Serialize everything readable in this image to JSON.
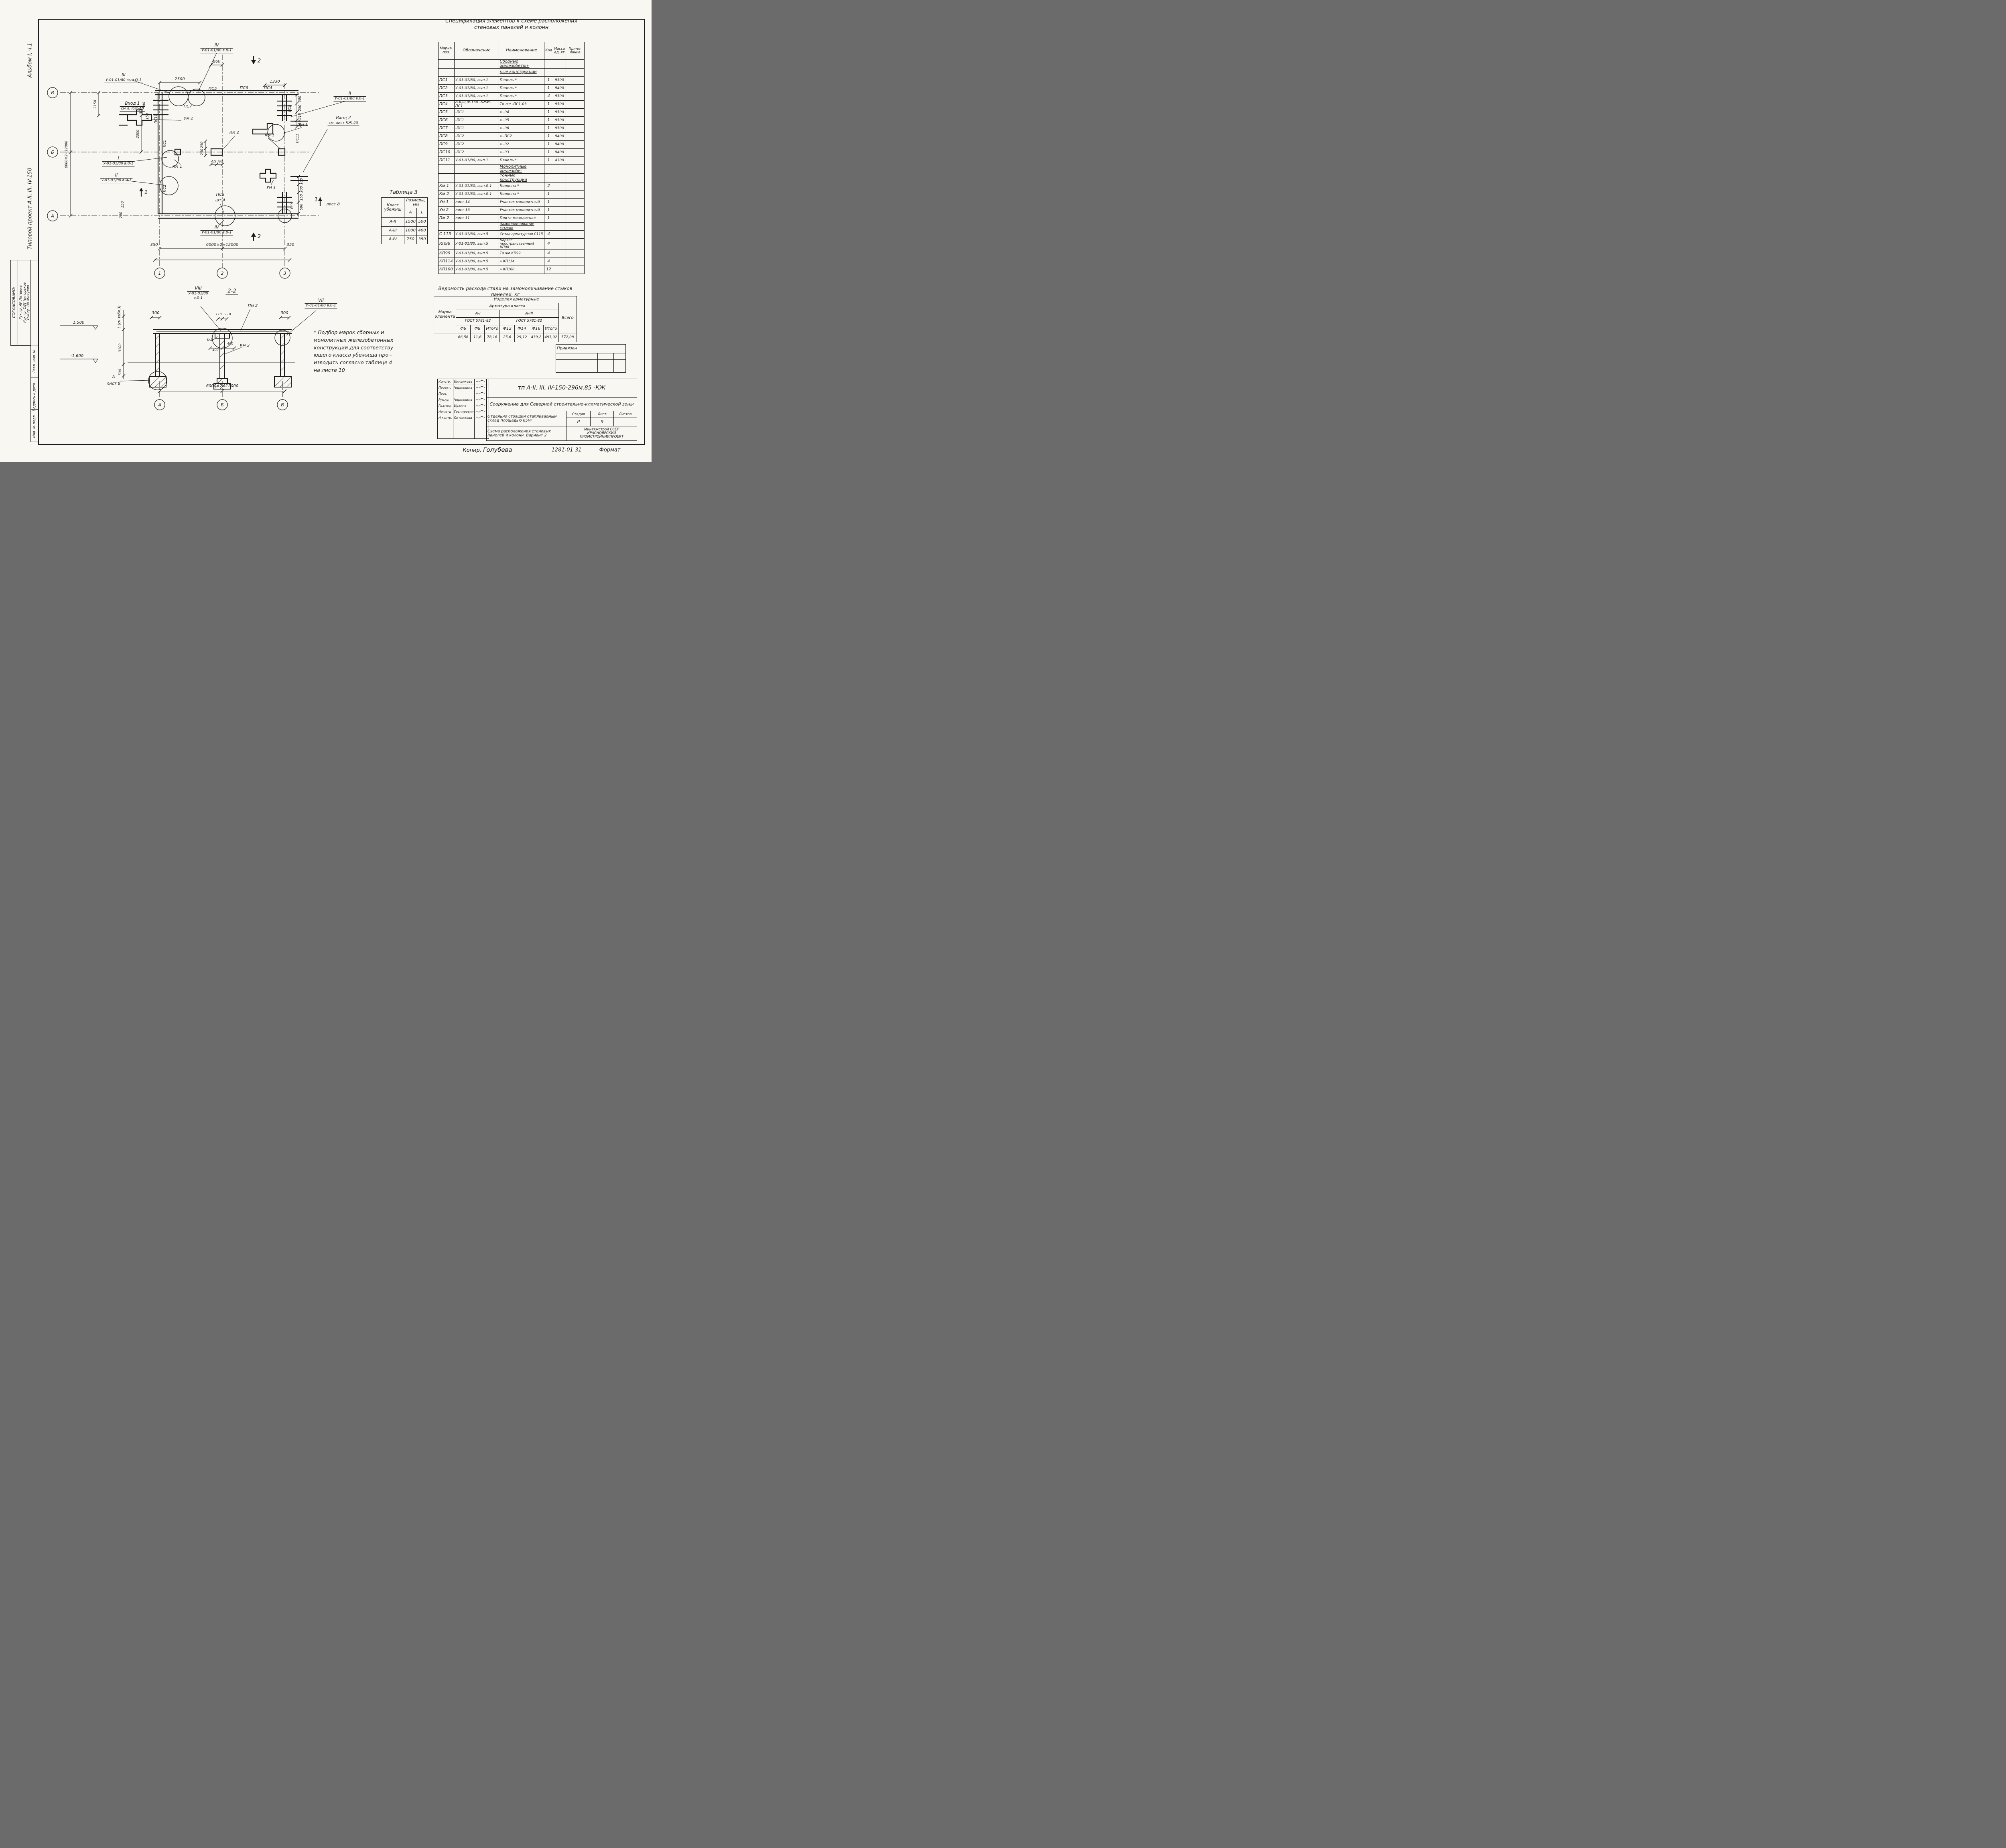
{
  "margin": {
    "album": "Альбом I, ч.1",
    "project": "Типовой проект А-II, III, IV-150",
    "agreed": "СОГЛАСОВАНО:",
    "rows": [
      "Рук.гр. АР  Литвина",
      "Рук.гр. ОВТ  Чигорьков",
      "Рук.гр. ВК  Микулич"
    ],
    "frame_labels": [
      "Взам. инв. №",
      "Подпись и дата",
      "Инв. № подл."
    ]
  },
  "shared": {
    "ref": "У-01-01/80 в.0-1"
  },
  "axes": {
    "v": "В",
    "b": "Б",
    "a": "А",
    "n1": "1",
    "n2": "2",
    "n3": "3"
  },
  "plan": {
    "m3no": "III",
    "m3tx": "У-01-01/80 вып.О-1",
    "m4no": "IV",
    "m2no": "II",
    "m1no": "I",
    "vhod1a": "Вход 1",
    "vhod1b": "см.л. КЖ-16",
    "vhod2a": "Вход 2",
    "vhod2b": "см. лист КЖ-20",
    "um1": "Ум 1",
    "um2": "Ум 2",
    "km1": "Км 1",
    "km2": "Км 2",
    "pc1": "ПС1",
    "pc2": "ПС2",
    "pc3": "ПС3",
    "pc4": "ПС4",
    "pc5": "ПС5",
    "pc6": "ПС6",
    "pc7": "ПС7",
    "pc8": "ПС8",
    "pc9": "ПС9",
    "pc10": "ПС10",
    "pc11": "ПС11",
    "ps3n": "шт.4",
    "list8": "лист 8",
    "sec1": "1",
    "sec2": "2"
  },
  "dims": {
    "v860": "860",
    "v2500": "2500",
    "v1330": "1330",
    "v2150": "2150",
    "v2300": "2300",
    "v500": "500",
    "v150": "150",
    "v300": "300",
    "v200": "200",
    "v250": "250",
    "v210": "210",
    "v100": "100",
    "v350": "350",
    "v400": "400",
    "v110": "110",
    "a2": "А/2",
    "total": "6000×2=12000",
    "v3100": "3100"
  },
  "section": {
    "title": "2-2",
    "m8no": "VIII",
    "m8a": "У-01-01/80",
    "m8b": "в.0-1",
    "m7no": "VII",
    "pm2": "Пм 2",
    "b1": "Б1",
    "el1": "1,500",
    "el2": "-1,600",
    "dL": "L (см.табл.3)",
    "aL": "А"
  },
  "table3": {
    "title": "Таблица 3",
    "h_class": "Класс убежищ",
    "h_size": "Размеры, мм",
    "h_a": "А",
    "h_l": "L",
    "rows": [
      [
        "А-II",
        "1500",
        "500"
      ],
      [
        "А-III",
        "1000",
        "400"
      ],
      [
        "А-IV",
        "750",
        "350"
      ]
    ]
  },
  "note": {
    "lines": [
      "* Подбор марок сборных и",
      "монолитных железобетонных",
      "конструкций для соответству-",
      "ющего класса убежища про -",
      "изводить согласно таблице 4",
      "на листе 10"
    ]
  },
  "spec": {
    "title1": "Спецификация элементов к схеме расположения",
    "title2": "стеновых панелей и колонн",
    "h": {
      "mark": "Марка, поз.",
      "des": "Обозначение",
      "name": "Наименование",
      "qty": "Кол",
      "mass": "Масса ед.,кг",
      "note": "Приме- чание"
    },
    "g1a": "Сборные железобетон-",
    "g1b": "ные конструкции",
    "g2a": "Монолитные железобе-",
    "g2b": "тонные конструкции",
    "g3": "Замоноличивание стыков",
    "rows1": [
      {
        "m": "ПС1",
        "d": "У-01-01/80, вып.1",
        "n": "Панель *",
        "q": "1",
        "w": "9500"
      },
      {
        "m": "ПС2",
        "d": "У-01-01/80, вып.1",
        "n": "Панель *",
        "q": "1",
        "w": "9400"
      },
      {
        "m": "ПС3",
        "d": "У-01-01/80, вып.1",
        "n": "Панель *",
        "q": "4",
        "w": "9500"
      },
      {
        "m": "ПС4",
        "d": "А-II,III,IV-150 -КЖИ-ПС1",
        "n": "То же  -ПС1-03",
        "q": "1",
        "w": "9500"
      },
      {
        "m": "ПС5",
        "d": "-ПС1",
        "n": "»  -04",
        "q": "1",
        "w": "9500"
      },
      {
        "m": "ПС6",
        "d": "-ПС1",
        "n": "»  -05",
        "q": "1",
        "w": "9500"
      },
      {
        "m": "ПС7",
        "d": "-ПС1",
        "n": "»  -06",
        "q": "1",
        "w": "9500"
      },
      {
        "m": "ПС8",
        "d": "-ПС2",
        "n": "»  -ПС2",
        "q": "1",
        "w": "9400"
      },
      {
        "m": "ПС9",
        "d": "-ПС2",
        "n": "»  -02",
        "q": "1",
        "w": "9400"
      },
      {
        "m": "ПС10",
        "d": "-ПС2",
        "n": "»  -03",
        "q": "1",
        "w": "9400"
      },
      {
        "m": "ПС11",
        "d": "У-01-01/80, вып.1",
        "n": "Панель *",
        "q": "1",
        "w": "4300"
      }
    ],
    "rows2": [
      {
        "m": "Км 1",
        "d": "У-01-01/80, вып.0-1",
        "n": "Колонна *",
        "q": "2",
        "w": ""
      },
      {
        "m": "Км 2",
        "d": "У-01-01/80, вып.0-1",
        "n": "Колонна *",
        "q": "1",
        "w": ""
      },
      {
        "m": "Ум 1",
        "d": "лист 14",
        "n": "Участок монолитный",
        "q": "1",
        "w": ""
      },
      {
        "m": "Ум 2",
        "d": "лист 16",
        "n": "Участок монолитный",
        "q": "1",
        "w": ""
      },
      {
        "m": "Пм 2",
        "d": "лист 11",
        "n": "Плита монолитная",
        "q": "1",
        "w": ""
      }
    ],
    "rows3": [
      {
        "m": "С 115",
        "d": "У-01-01/80, вып.5",
        "n": "Сетка арматурная С115",
        "q": "4",
        "w": ""
      },
      {
        "m": "КП98",
        "d": "У-01-01/80, вып.5",
        "n": "Каркас пространственный КП98",
        "q": "4",
        "w": ""
      },
      {
        "m": "КП99",
        "d": "У-01-01/80, вып.5",
        "n": "То же  КП99",
        "q": "4",
        "w": ""
      },
      {
        "m": "КП114",
        "d": "У-01-01/80, вып.5",
        "n": "»  КП114",
        "q": "4",
        "w": ""
      },
      {
        "m": "КП100",
        "d": "У-01-01/80, вып.5",
        "n": "»  КП100",
        "q": "12",
        "w": ""
      }
    ]
  },
  "steel": {
    "title": "Ведомость расхода стали на замоноличивание стыков панелей, кг",
    "mark": "Марка элемента",
    "prod": "Изделия арматурные",
    "klass": "Арматура класса",
    "a1": "А-I",
    "a3": "А-III",
    "gost": "ГОСТ 5781-82",
    "total": "Всего",
    "d": [
      "Ф6",
      "Ф8",
      "Итого",
      "Ф12",
      "Ф14",
      "Ф16",
      "Итого"
    ],
    "v": [
      "66,56",
      "11,6",
      "78,16",
      "25,6",
      "29,12",
      "439,2",
      "493,92",
      "572,08"
    ]
  },
  "binding": {
    "title": "Привязан"
  },
  "stamp": {
    "roles": [
      {
        "r": "Констр.",
        "n": "Киндякова"
      },
      {
        "r": "Проект.",
        "n": "Чернякина"
      },
      {
        "r": "Пров.",
        "n": ""
      },
      {
        "r": "Рук.гр.",
        "n": "Чернякина"
      },
      {
        "r": "Гл.спец.",
        "n": "Ирхина"
      },
      {
        "r": "Нач.отд",
        "n": "Гаспирович"
      },
      {
        "r": "Н.контр.",
        "n": "Ситникова"
      }
    ],
    "doc": "тп А-II, III, IV-150-296м.85    -КЖ",
    "object": "Сооружение для Северной строительно-климатической зоны",
    "building": "Отдельно стоящий отапливаемый склад площадью 65м²",
    "scheme": "Схема расположения стеновых панелей и колонн. Вариант 2",
    "st_h": [
      "Стадия",
      "Лист",
      "Листов"
    ],
    "st_v": [
      "Р",
      "9",
      ""
    ],
    "org": [
      "Минтяжстрой СССР",
      "КРАСНОЯРСКИЙ",
      "ПРОМСТРОЙНИИПРОЕКТ"
    ]
  },
  "footer": {
    "copier": "Копир.",
    "copier_name": "Голубева",
    "order": "1281-01 31",
    "format": "Формат"
  }
}
